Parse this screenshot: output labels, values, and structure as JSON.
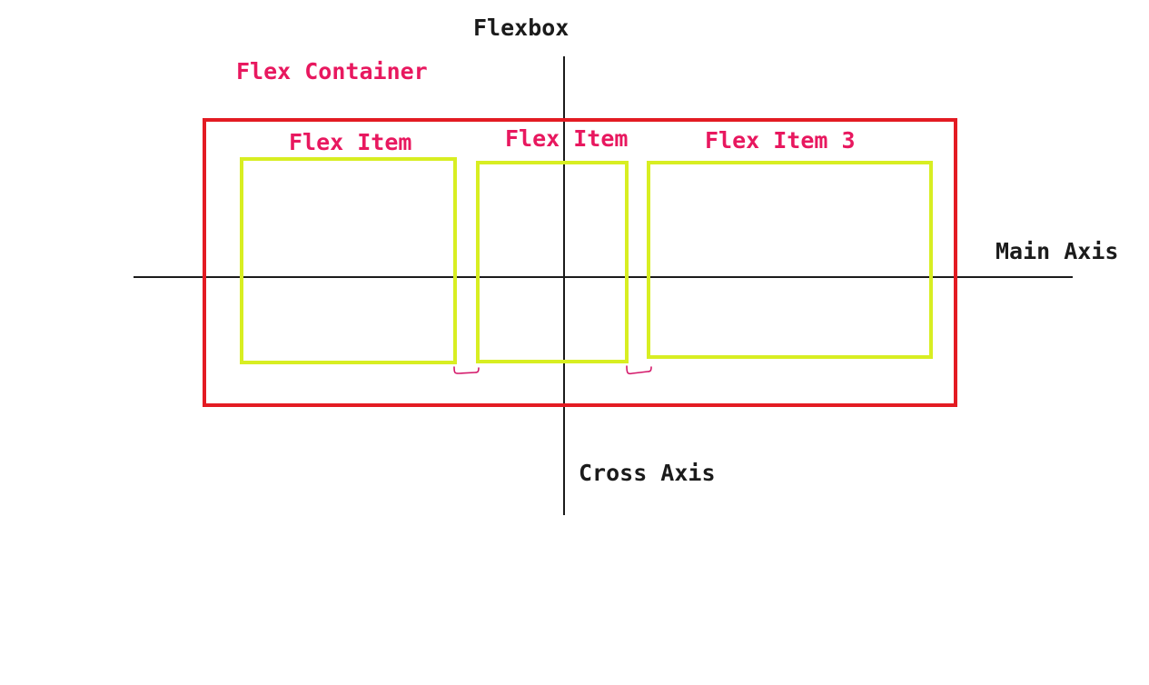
{
  "diagram": {
    "title": "Flexbox",
    "container_label": "Flex Container",
    "items": [
      {
        "label": "Flex Item"
      },
      {
        "label": "Flex Item"
      },
      {
        "label": "Flex Item 3"
      }
    ],
    "main_axis_label": "Main Axis",
    "cross_axis_label": "Cross Axis"
  },
  "colors": {
    "container": "#e31b23",
    "label_pink": "#e8185f",
    "item": "#d8ee22",
    "axis": "#1b1b1b",
    "gap_mark": "#d4186a"
  }
}
